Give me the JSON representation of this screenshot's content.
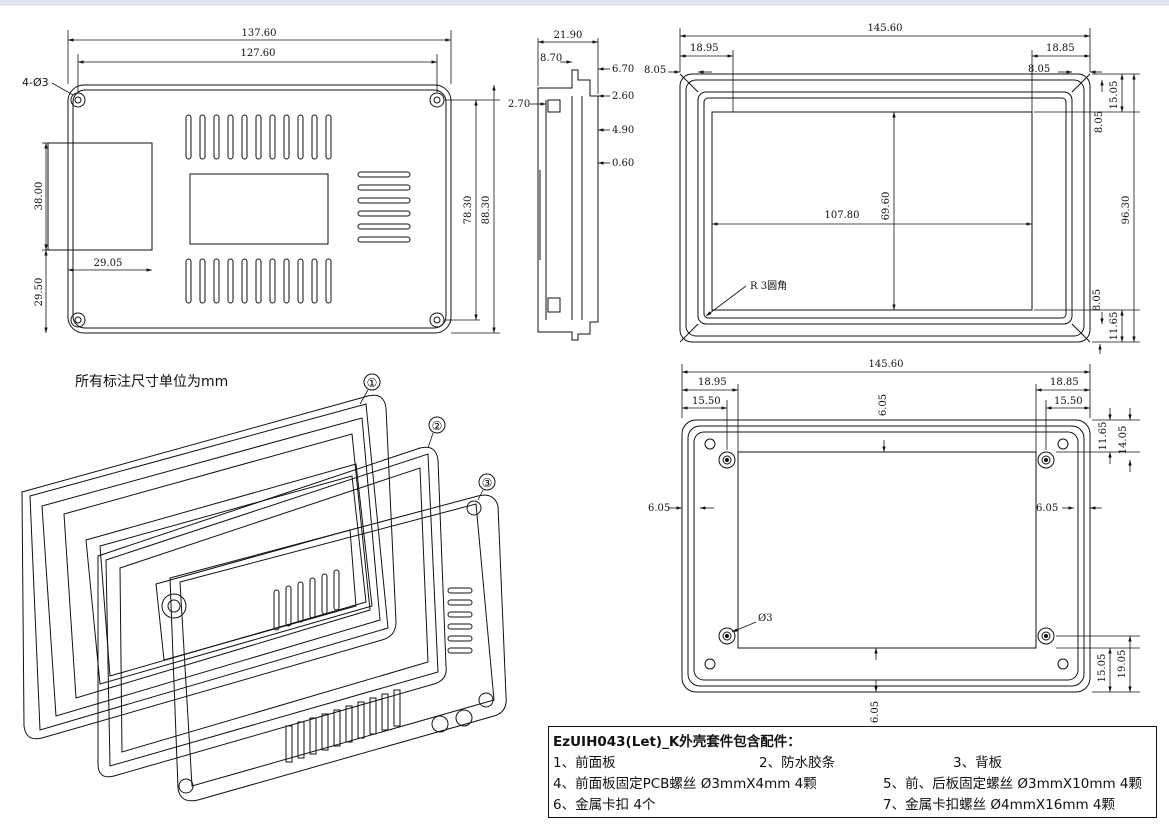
{
  "note": "所有标注尺寸单位为mm",
  "front_view": {
    "dims": {
      "overall_width": "137.60",
      "hole_span": "127.60",
      "holes": "4-Ø3",
      "opening_height": "38.00",
      "bottom_offset": "29.50",
      "left_offset": "29.05",
      "hole_span_v": "78.30",
      "overall_height": "88.30"
    }
  },
  "side_view": {
    "dims": {
      "depth": "21.90",
      "d1": "8.70",
      "d2": "6.70",
      "d3": "2.70",
      "d4": "2.60",
      "d5": "4.90",
      "d6": "0.60"
    }
  },
  "top_right_view": {
    "dims": {
      "width": "145.60",
      "left_offset": "18.95",
      "right_offset": "18.85",
      "frame_l": "8.05",
      "frame_r": "8.05",
      "top_margin": "15.05",
      "frame_t": "8.05",
      "window_w": "107.80",
      "window_h": "69.60",
      "height": "96.30",
      "radius": "R 3圆角",
      "frame_b": "8.05",
      "bottom_margin": "11.65"
    }
  },
  "bottom_right_view": {
    "dims": {
      "width": "145.60",
      "left_a": "18.95",
      "right_a": "18.85",
      "left_b": "15.50",
      "right_b": "15.50",
      "top_gap": "6.05",
      "right_t1": "11.65",
      "right_t2": "14.05",
      "side_l": "6.05",
      "side_r": "6.05",
      "hole_dia": "Ø3",
      "bot_r1": "15.05",
      "bot_r2": "19.05",
      "bottom_gap": "6.05"
    }
  },
  "exploded_view": {
    "labels": [
      "①",
      "②",
      "③"
    ]
  },
  "kit_list": {
    "title": "EzUIH043(Let)_K外壳套件包含配件：",
    "items": [
      "1、前面板",
      "2、防水胶条",
      "3、背板",
      "4、前面板固定PCB螺丝 Ø3mmX4mm 4颗",
      "5、前、后板固定螺丝 Ø3mmX10mm 4颗",
      "6、金属卡扣 4个",
      "7、金属卡扣螺丝 Ø4mmX16mm 4颗"
    ]
  }
}
